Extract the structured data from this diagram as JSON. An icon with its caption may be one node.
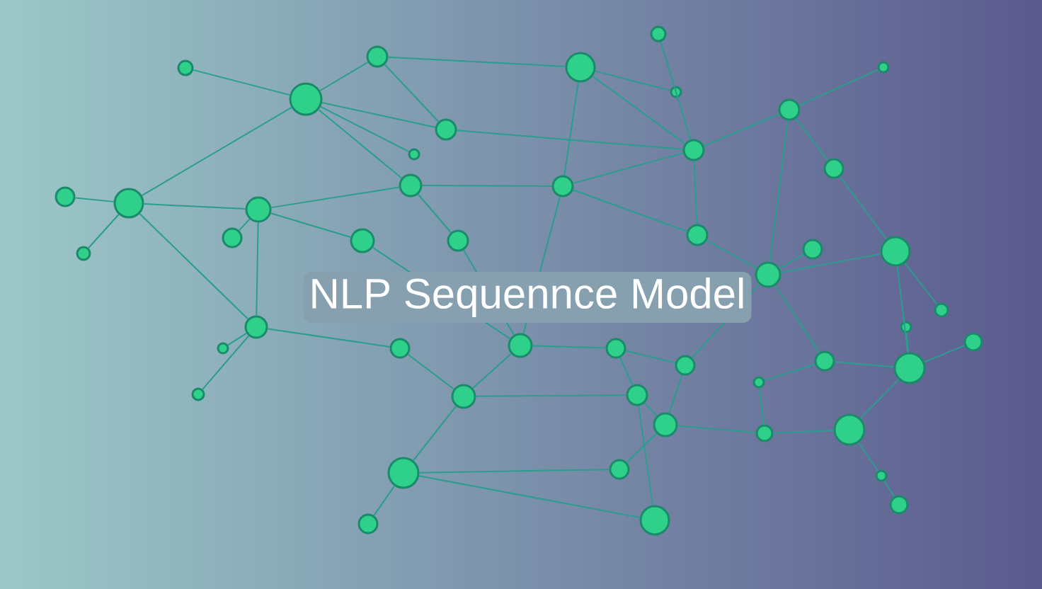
{
  "diagram": {
    "title": "NLP Sequennce Model",
    "nodes": [
      {
        "text": [],
        "shape": "circle"
      },
      {
        "text": [],
        "shape": "circle"
      },
      {
        "text": [],
        "shape": "circle"
      },
      {
        "text": [],
        "shape": "circle"
      },
      {
        "text": [],
        "shape": "circle"
      },
      {
        "text": [],
        "shape": "circle"
      },
      {
        "text": [],
        "shape": "circle"
      },
      {
        "text": [],
        "shape": "circle"
      },
      {
        "text": [],
        "shape": "circle"
      },
      {
        "text": [],
        "shape": "circle"
      },
      {
        "text": [],
        "shape": "circle"
      },
      {
        "text": [],
        "shape": "circle"
      },
      {
        "text": [],
        "shape": "circle"
      },
      {
        "text": [],
        "shape": "circle"
      },
      {
        "text": [],
        "shape": "circle"
      },
      {
        "text": [],
        "shape": "circle"
      },
      {
        "text": [],
        "shape": "circle"
      },
      {
        "text": [],
        "shape": "circle"
      },
      {
        "text": [],
        "shape": "circle"
      },
      {
        "text": [],
        "shape": "circle"
      },
      {
        "text": [],
        "shape": "circle"
      },
      {
        "text": [],
        "shape": "circle"
      },
      {
        "text": [],
        "shape": "circle"
      },
      {
        "text": [],
        "shape": "circle"
      },
      {
        "text": [],
        "shape": "circle"
      },
      {
        "text": [],
        "shape": "circle"
      },
      {
        "text": [],
        "shape": "circle"
      },
      {
        "text": [],
        "shape": "circle"
      },
      {
        "text": [],
        "shape": "circle"
      },
      {
        "text": [],
        "shape": "circle"
      },
      {
        "text": [],
        "shape": "circle"
      },
      {
        "text": [],
        "shape": "circle"
      },
      {
        "text": [],
        "shape": "circle"
      },
      {
        "text": [],
        "shape": "circle"
      },
      {
        "text": [],
        "shape": "circle"
      },
      {
        "text": [],
        "shape": "circle"
      },
      {
        "text": [],
        "shape": "circle"
      },
      {
        "text": [],
        "shape": "circle"
      },
      {
        "text": [],
        "shape": "circle"
      },
      {
        "text": [],
        "shape": "circle"
      },
      {
        "text": [],
        "shape": "circle"
      },
      {
        "text": [],
        "shape": "circle"
      },
      {
        "text": [],
        "shape": "circle"
      },
      {
        "text": [],
        "shape": "circle"
      },
      {
        "text": [],
        "shape": "circle"
      },
      {
        "text": [],
        "shape": "circle"
      },
      {
        "text": [],
        "shape": "circle"
      },
      {
        "text": [],
        "shape": "circle"
      },
      {
        "text": [],
        "shape": "circle"
      }
    ],
    "edges": [
      {
        "from": 0,
        "to": 6,
        "arrow": "none"
      },
      {
        "from": 1,
        "to": 6,
        "arrow": "none"
      },
      {
        "from": 1,
        "to": 2,
        "arrow": "none"
      },
      {
        "from": 1,
        "to": 7,
        "arrow": "none"
      },
      {
        "from": 2,
        "to": 10,
        "arrow": "none"
      },
      {
        "from": 2,
        "to": 15,
        "arrow": "none"
      },
      {
        "from": 3,
        "to": 10,
        "arrow": "none"
      },
      {
        "from": 2,
        "to": 5,
        "arrow": "none"
      },
      {
        "from": 4,
        "to": 8,
        "arrow": "none"
      },
      {
        "from": 6,
        "to": 13,
        "arrow": "none"
      },
      {
        "from": 6,
        "to": 14,
        "arrow": "none"
      },
      {
        "from": 6,
        "to": 7,
        "arrow": "none"
      },
      {
        "from": 7,
        "to": 10,
        "arrow": "none"
      },
      {
        "from": 9,
        "to": 6,
        "arrow": "none"
      },
      {
        "from": 8,
        "to": 10,
        "arrow": "none"
      },
      {
        "from": 8,
        "to": 11,
        "arrow": "none"
      },
      {
        "from": 8,
        "to": 23,
        "arrow": "none"
      },
      {
        "from": 11,
        "to": 22,
        "arrow": "none"
      },
      {
        "from": 12,
        "to": 13,
        "arrow": "none"
      },
      {
        "from": 13,
        "to": 16,
        "arrow": "none"
      },
      {
        "from": 13,
        "to": 20,
        "arrow": "none"
      },
      {
        "from": 13,
        "to": 26,
        "arrow": "none"
      },
      {
        "from": 14,
        "to": 15,
        "arrow": "none"
      },
      {
        "from": 14,
        "to": 16,
        "arrow": "none"
      },
      {
        "from": 14,
        "to": 18,
        "arrow": "none"
      },
      {
        "from": 18,
        "to": 25,
        "arrow": "none"
      },
      {
        "from": 15,
        "to": 25,
        "arrow": "none"
      },
      {
        "from": 15,
        "to": 19,
        "arrow": "none"
      },
      {
        "from": 15,
        "to": 10,
        "arrow": "none"
      },
      {
        "from": 16,
        "to": 26,
        "arrow": "none"
      },
      {
        "from": 16,
        "to": 17,
        "arrow": "none"
      },
      {
        "from": 10,
        "to": 19,
        "arrow": "none"
      },
      {
        "from": 19,
        "to": 23,
        "arrow": "none"
      },
      {
        "from": 21,
        "to": 23,
        "arrow": "none"
      },
      {
        "from": 22,
        "to": 23,
        "arrow": "none"
      },
      {
        "from": 22,
        "to": 27,
        "arrow": "none"
      },
      {
        "from": 22,
        "to": 35,
        "arrow": "none"
      },
      {
        "from": 23,
        "to": 34,
        "arrow": "none"
      },
      {
        "from": 23,
        "to": 33,
        "arrow": "none"
      },
      {
        "from": 16,
        "to": 24,
        "arrow": "none"
      },
      {
        "from": 24,
        "to": 25,
        "arrow": "none"
      },
      {
        "from": 25,
        "to": 37,
        "arrow": "none"
      },
      {
        "from": 25,
        "to": 30,
        "arrow": "none"
      },
      {
        "from": 26,
        "to": 32,
        "arrow": "none"
      },
      {
        "from": 26,
        "to": 29,
        "arrow": "none"
      },
      {
        "from": 29,
        "to": 37,
        "arrow": "none"
      },
      {
        "from": 30,
        "to": 33,
        "arrow": "none"
      },
      {
        "from": 30,
        "to": 38,
        "arrow": "none"
      },
      {
        "from": 33,
        "to": 40,
        "arrow": "none"
      },
      {
        "from": 34,
        "to": 35,
        "arrow": "none"
      },
      {
        "from": 35,
        "to": 28,
        "arrow": "none"
      },
      {
        "from": 35,
        "to": 31,
        "arrow": "none"
      },
      {
        "from": 35,
        "to": 42,
        "arrow": "none"
      },
      {
        "from": 34,
        "to": 39,
        "arrow": "none"
      },
      {
        "from": 37,
        "to": 43,
        "arrow": "none"
      },
      {
        "from": 37,
        "to": 38,
        "arrow": "none"
      },
      {
        "from": 38,
        "to": 40,
        "arrow": "none"
      },
      {
        "from": 38,
        "to": 48,
        "arrow": "none"
      },
      {
        "from": 40,
        "to": 41,
        "arrow": "none"
      },
      {
        "from": 41,
        "to": 42,
        "arrow": "none"
      },
      {
        "from": 42,
        "to": 45,
        "arrow": "none"
      },
      {
        "from": 45,
        "to": 46,
        "arrow": "none"
      },
      {
        "from": 43,
        "to": 47,
        "arrow": "none"
      },
      {
        "from": 43,
        "to": 48,
        "arrow": "none"
      },
      {
        "from": 43,
        "to": 44,
        "arrow": "none"
      },
      {
        "from": 44,
        "to": 40,
        "arrow": "none"
      },
      {
        "from": 36,
        "to": 26,
        "arrow": "none"
      },
      {
        "from": 39,
        "to": 41,
        "arrow": "none"
      }
    ]
  }
}
